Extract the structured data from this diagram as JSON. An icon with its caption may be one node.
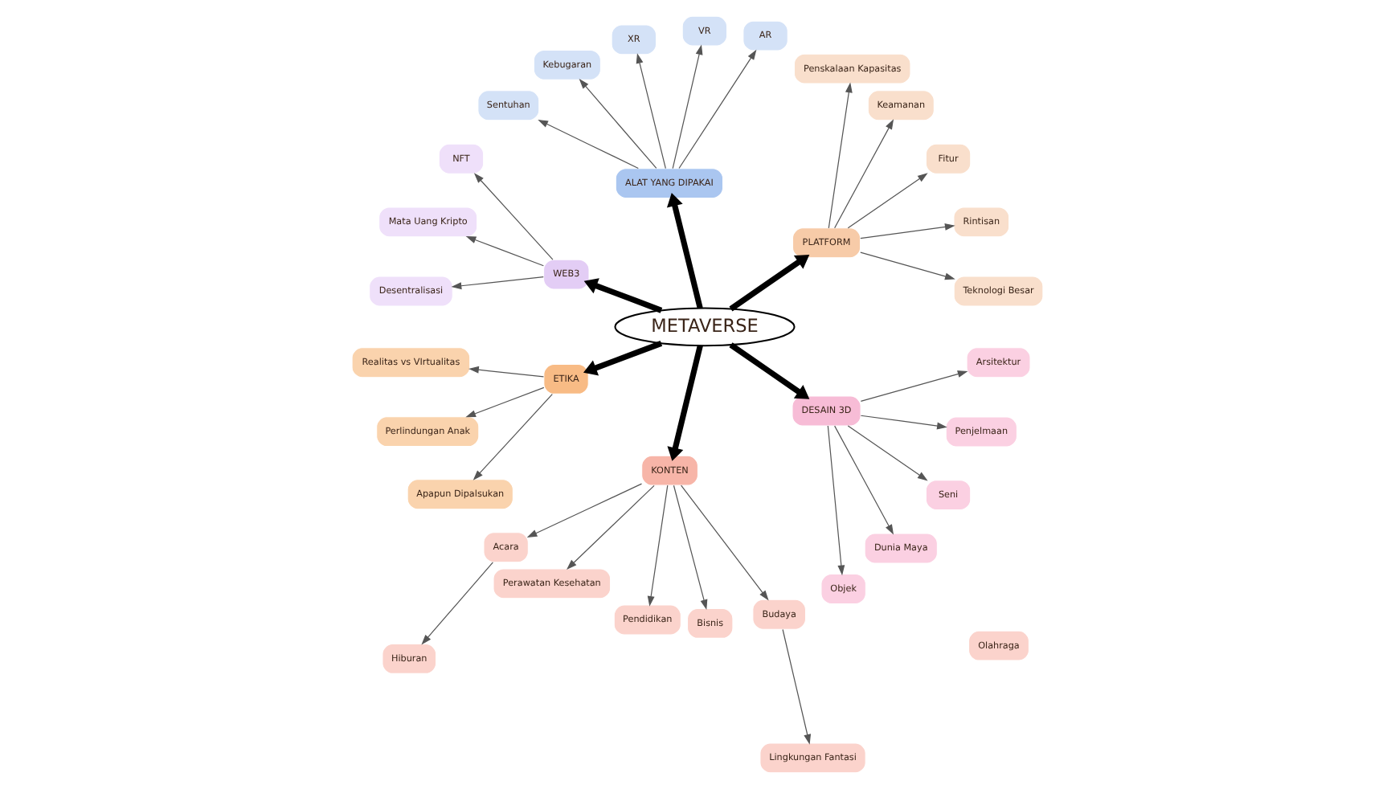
{
  "diagram": {
    "nodes": [
      {
        "text": [
          "METAVERSE"
        ]
      },
      {
        "text": [
          "PLATFORM"
        ]
      },
      {
        "text": [
          "Teknologi Besar"
        ]
      },
      {
        "text": [
          "Rintisan"
        ]
      },
      {
        "text": [
          "Fitur"
        ]
      },
      {
        "text": [
          "Keamanan"
        ]
      },
      {
        "text": [
          "Penskalaan Kapasitas"
        ]
      },
      {
        "text": [
          "ALAT YANG DIPAKAI"
        ]
      },
      {
        "text": [
          "AR"
        ]
      },
      {
        "text": [
          "VR"
        ]
      },
      {
        "text": [
          "XR"
        ]
      },
      {
        "text": [
          "Kebugaran"
        ]
      },
      {
        "text": [
          "Sentuhan"
        ]
      },
      {
        "text": [
          "WEB3"
        ]
      },
      {
        "text": [
          "NFT"
        ]
      },
      {
        "text": [
          "Mata Uang Kripto"
        ]
      },
      {
        "text": [
          "Desentralisasi"
        ]
      },
      {
        "text": [
          "ETIKA"
        ]
      },
      {
        "text": [
          "Realitas vs VIrtualitas"
        ]
      },
      {
        "text": [
          "Perlindungan Anak"
        ]
      },
      {
        "text": [
          "Apapun Dipalsukan"
        ]
      },
      {
        "text": [
          "KONTEN"
        ]
      },
      {
        "text": [
          "Acara"
        ]
      },
      {
        "text": [
          "Perawatan Kesehatan"
        ]
      },
      {
        "text": [
          "Pendidikan"
        ]
      },
      {
        "text": [
          "Bisnis"
        ]
      },
      {
        "text": [
          "Budaya"
        ]
      },
      {
        "text": [
          "Hiburan"
        ]
      },
      {
        "text": [
          "Olahraga"
        ]
      },
      {
        "text": [
          "Lingkungan Fantasi"
        ]
      },
      {
        "text": [
          "DESAIN 3D"
        ]
      },
      {
        "text": [
          "Objek"
        ]
      },
      {
        "text": [
          "Dunia Maya"
        ]
      },
      {
        "text": [
          "Seni"
        ]
      },
      {
        "text": [
          "Penjelmaan"
        ]
      },
      {
        "text": [
          "Arsitektur"
        ]
      }
    ],
    "edges": [
      {
        "from": 0,
        "to": 1,
        "arrow": "to",
        "style": "thick",
        "color": "#000000"
      },
      {
        "from": 1,
        "to": 2,
        "arrow": "to"
      },
      {
        "from": 1,
        "to": 3,
        "arrow": "to"
      },
      {
        "from": 1,
        "to": 4,
        "arrow": "to"
      },
      {
        "from": 1,
        "to": 5,
        "arrow": "to"
      },
      {
        "from": 1,
        "to": 6,
        "arrow": "to"
      },
      {
        "from": 0,
        "to": 7,
        "arrow": "to",
        "style": "thick",
        "color": "#000000"
      },
      {
        "from": 7,
        "to": 8,
        "arrow": "to"
      },
      {
        "from": 7,
        "to": 9,
        "arrow": "to"
      },
      {
        "from": 7,
        "to": 10,
        "arrow": "to"
      },
      {
        "from": 7,
        "to": 11,
        "arrow": "to"
      },
      {
        "from": 7,
        "to": 12,
        "arrow": "to"
      },
      {
        "from": 0,
        "to": 13,
        "arrow": "to",
        "style": "thick",
        "color": "#000000"
      },
      {
        "from": 13,
        "to": 14,
        "arrow": "to"
      },
      {
        "from": 13,
        "to": 15,
        "arrow": "to"
      },
      {
        "from": 13,
        "to": 16,
        "arrow": "to"
      },
      {
        "from": 0,
        "to": 17,
        "arrow": "to",
        "style": "thick",
        "color": "#000000"
      },
      {
        "from": 17,
        "to": 18,
        "arrow": "to"
      },
      {
        "from": 17,
        "to": 19,
        "arrow": "to"
      },
      {
        "from": 17,
        "to": 20,
        "arrow": "to"
      },
      {
        "from": 0,
        "to": 21,
        "arrow": "to",
        "style": "thick",
        "color": "#000000"
      },
      {
        "from": 21,
        "to": 22,
        "arrow": "to"
      },
      {
        "from": 21,
        "to": 23,
        "arrow": "to"
      },
      {
        "from": 21,
        "to": 24,
        "arrow": "to"
      },
      {
        "from": 21,
        "to": 25,
        "arrow": "to"
      },
      {
        "from": 21,
        "to": 26,
        "arrow": "to"
      },
      {
        "from": 22,
        "to": 27,
        "arrow": "to"
      },
      {
        "from": 26,
        "to": 29,
        "arrow": "to"
      },
      {
        "from": 0,
        "to": 30,
        "arrow": "to",
        "style": "thick",
        "color": "#000000"
      },
      {
        "from": 30,
        "to": 31,
        "arrow": "to"
      },
      {
        "from": 30,
        "to": 32,
        "arrow": "to"
      },
      {
        "from": 30,
        "to": 33,
        "arrow": "to"
      },
      {
        "from": 30,
        "to": 34,
        "arrow": "to"
      },
      {
        "from": 30,
        "to": 35,
        "arrow": "to"
      }
    ]
  }
}
